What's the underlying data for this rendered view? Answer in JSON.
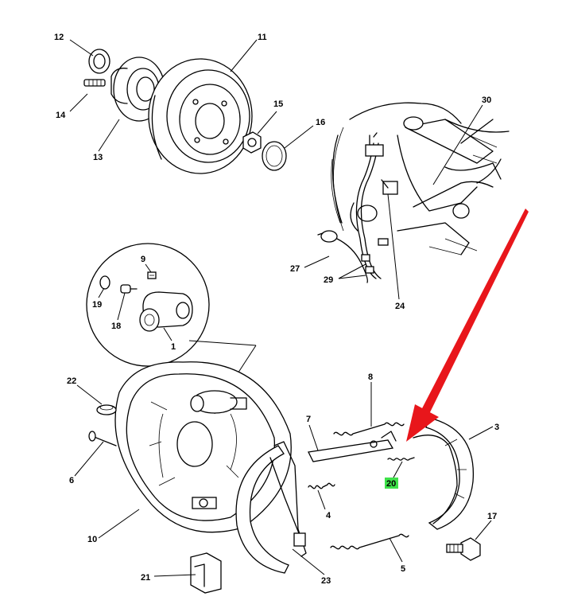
{
  "callouts": {
    "c1": "1",
    "c3": "3",
    "c4": "4",
    "c5": "5",
    "c6": "6",
    "c7": "7",
    "c8": "8",
    "c9": "9",
    "c10": "10",
    "c11": "11",
    "c12": "12",
    "c13": "13",
    "c14": "14",
    "c15": "15",
    "c16": "16",
    "c17": "17",
    "c18": "18",
    "c19": "19",
    "c20": "20",
    "c21": "21",
    "c22": "22",
    "c23": "23",
    "c24": "24",
    "c27": "27",
    "c29": "29",
    "c30": "30"
  },
  "highlight": {
    "callout": "20",
    "color": "#3ee24a"
  },
  "arrow": {
    "color": "#e8161b"
  },
  "icons": [
    "red-pointer-arrow"
  ]
}
